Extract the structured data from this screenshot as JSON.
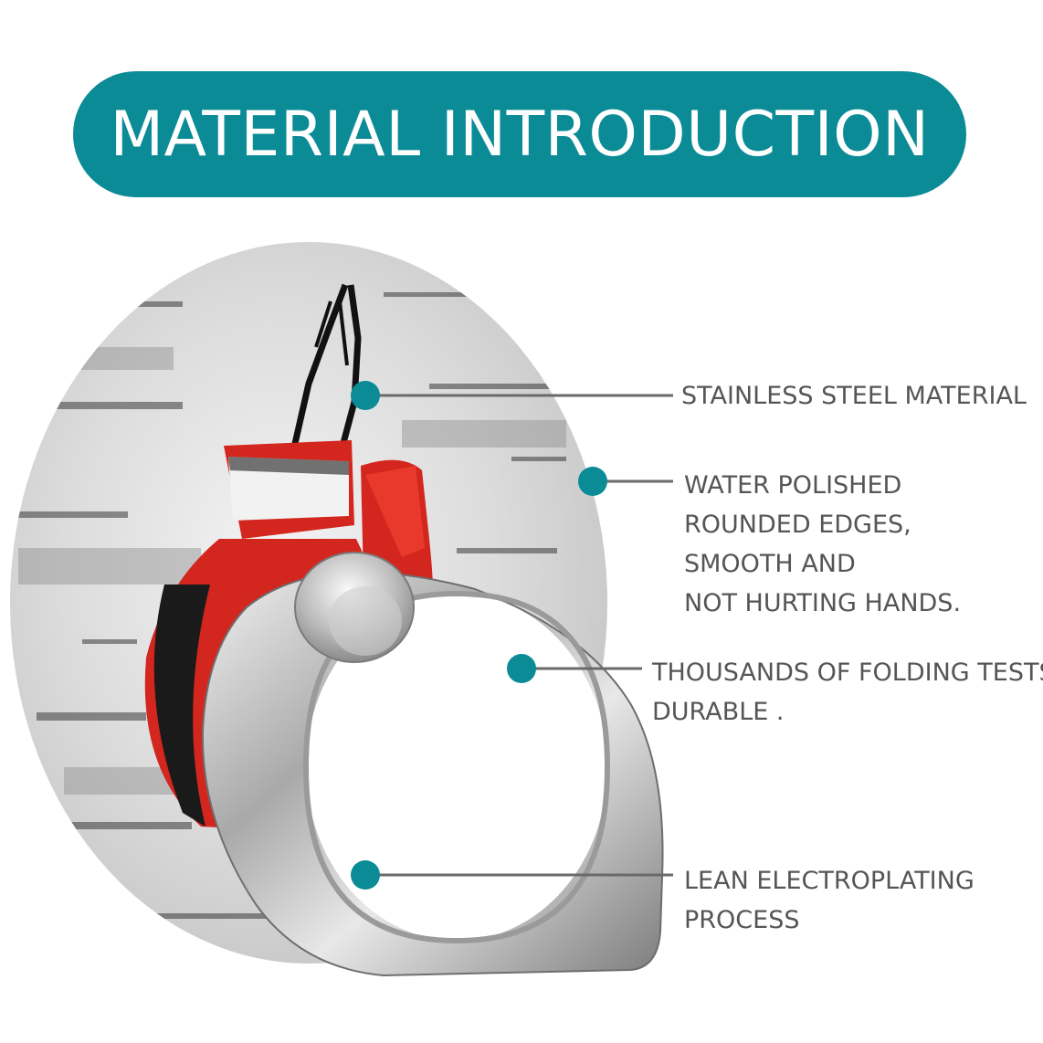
{
  "banner": {
    "title": "MATERIAL INTRODUCTION"
  },
  "accent_color": "#0a8b96",
  "callouts": [
    {
      "lines": [
        "STAINLESS STEEL MATERIAL"
      ]
    },
    {
      "lines": [
        "WATER POLISHED",
        "ROUNDED EDGES,",
        "SMOOTH AND",
        "NOT HURTING HANDS."
      ]
    },
    {
      "lines": [
        "THOUSANDS OF FOLDING TESTS,",
        "DURABLE ."
      ]
    },
    {
      "lines": [
        "LEAN ELECTROPLATING",
        "PROCESS"
      ]
    }
  ],
  "product_image": {
    "subject": "phone ring holder with boxing gloves print",
    "icon": "boxing-gloves-icon"
  }
}
